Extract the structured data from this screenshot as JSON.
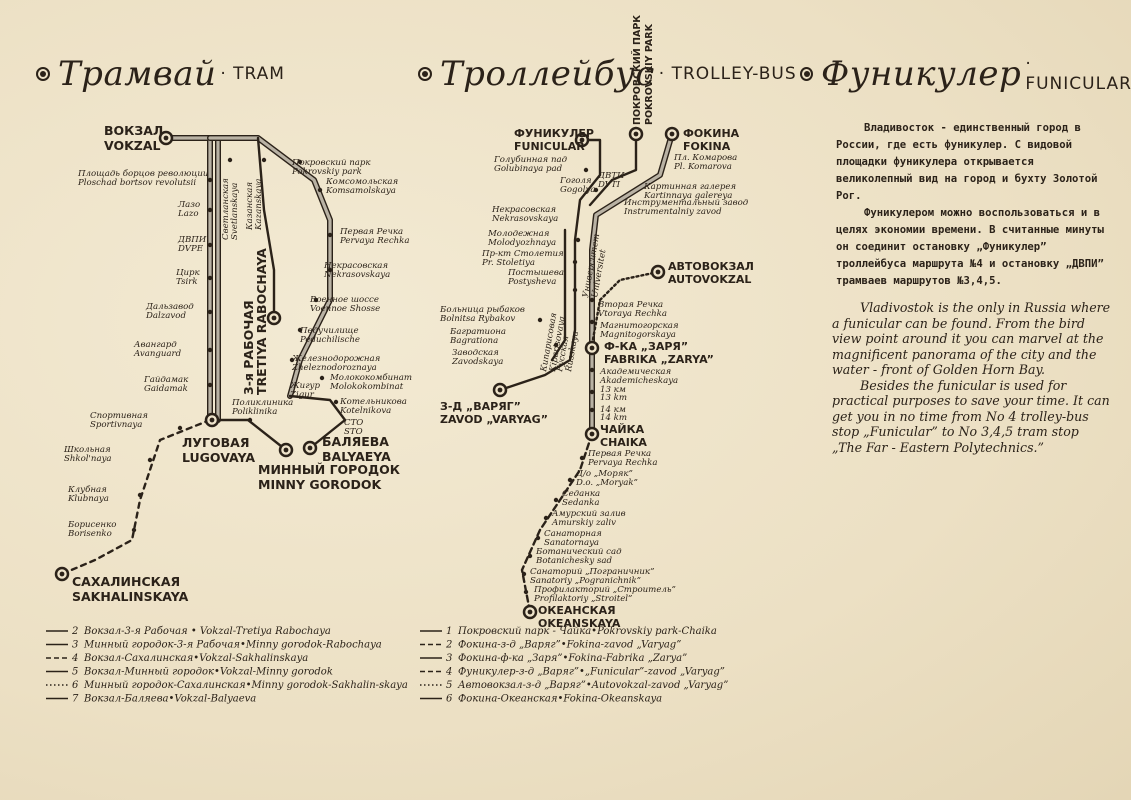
{
  "sections": {
    "tram": {
      "ru": "Трамвай",
      "en": "TRAM"
    },
    "trolley": {
      "ru": "Троллейбус",
      "en": "TROLLEY-BUS"
    },
    "funicular": {
      "ru": "Фуникулер",
      "en": "FUNICULAR"
    }
  },
  "tram_stations": {
    "vokzal": {
      "ru": "ВОКЗАЛ",
      "en": "VOKZAL"
    },
    "tretiya": {
      "ru": "3-я РАБОЧАЯ",
      "en": "TRETIYA RABOCHAYA"
    },
    "lugovaya": {
      "ru": "ЛУГОВАЯ",
      "en": "LUGOVAYA"
    },
    "minny": {
      "ru": "МИННЫЙ ГОРОДОК",
      "en": "MINNY GORODOK"
    },
    "balyaeva": {
      "ru": "БАЛЯЕВА",
      "en": "BALYAEYA"
    },
    "sakhalinskaya": {
      "ru": "САХАЛИНСКАЯ",
      "en": "SAKHALINSKAYA"
    }
  },
  "tram_stops": [
    {
      "ru": "Площадь борцов революции",
      "en": "Ploschad bortsov revolutsii"
    },
    {
      "ru": "Лазо",
      "en": "Lazo"
    },
    {
      "ru": "ДВПИ",
      "en": "DVPE"
    },
    {
      "ru": "Цирк",
      "en": "Tsirk"
    },
    {
      "ru": "Дальзавод",
      "en": "Dalzavod"
    },
    {
      "ru": "Авангард",
      "en": "Avanguard"
    },
    {
      "ru": "Гайдамак",
      "en": "Gaidamak"
    },
    {
      "ru": "Спортивная",
      "en": "Sportivnaya"
    },
    {
      "ru": "Школьная",
      "en": "Shkol'naya"
    },
    {
      "ru": "Клубная",
      "en": "Klubnaya"
    },
    {
      "ru": "Борисенко",
      "en": "Borisenko"
    },
    {
      "ru": "Покровский парк",
      "en": "Pokrovskiy park"
    },
    {
      "ru": "Комсомольская",
      "en": "Komsamolskaya"
    },
    {
      "ru": "Первая Речка",
      "en": "Pervaya Rechka"
    },
    {
      "ru": "Некрасовская",
      "en": "Nekrasovskaya"
    },
    {
      "ru": "Военное шоссе",
      "en": "Voennoe Shosse"
    },
    {
      "ru": "Педучилище",
      "en": "Peduchilische"
    },
    {
      "ru": "Железнодорожная",
      "en": "Zheleznodoroznaya"
    },
    {
      "ru": "Молококомбинат",
      "en": "Molokokombinat"
    },
    {
      "ru": "Котельникова",
      "en": "Kotelnikova"
    },
    {
      "ru": "Жигур",
      "en": "Zigur"
    },
    {
      "ru": "Поликлиника",
      "en": "Poliklinika"
    },
    {
      "ru": "СТО",
      "en": "STO"
    }
  ],
  "tram_vertical_stops": [
    {
      "ru": "Светланская",
      "en": "Svetlanskaya"
    },
    {
      "ru": "Казанская",
      "en": "Kazanskaya"
    }
  ],
  "trolley_stations": {
    "funicular": {
      "ru": "ФУНИКУЛЕР",
      "en": "FUNICULAR"
    },
    "pokrovsky": {
      "ru": "ПОКРОВСКИЙ ПАРК",
      "en": "POKROVSKIY PARK"
    },
    "fokina": {
      "ru": "ФОКИНА",
      "en": "FOKINA"
    },
    "autovokzal": {
      "ru": "АВТОВОКЗАЛ",
      "en": "AUTOVOKZAL"
    },
    "zarya": {
      "ru": "Ф-КА „ЗАРЯ”",
      "en": "FABRIKA „ZARYA”"
    },
    "varyag": {
      "ru": "З-Д „ВАРЯГ”",
      "en": "ZAVOD „VARYAG”"
    },
    "chaika": {
      "ru": "ЧАЙКА",
      "en": "CHAIKA"
    },
    "okeanskaya": {
      "ru": "ОКЕАНСКАЯ",
      "en": "OKEANSKAYA"
    }
  },
  "trolley_stops": [
    {
      "ru": "Голубинная пад",
      "en": "Golubinaya pad"
    },
    {
      "ru": "Пл. Комарова",
      "en": "Pl. Komarova"
    },
    {
      "ru": "Гоголя",
      "en": "Gogolya"
    },
    {
      "ru": "ДВТИ",
      "en": "DVTI"
    },
    {
      "ru": "Картинная галерея",
      "en": "Kartinnaya galereya"
    },
    {
      "ru": "Инструментальный завод",
      "en": "Instrumentalniy zavod"
    },
    {
      "ru": "Некрасовская",
      "en": "Nekrasovskaya"
    },
    {
      "ru": "Молодежная",
      "en": "Molodyozhnaya"
    },
    {
      "ru": "Пр-кт Столетия",
      "en": "Pr. Stoletiya"
    },
    {
      "ru": "Постышева",
      "en": "Postysheva"
    },
    {
      "ru": "Больница рыбаков",
      "en": "Bolnitsa Rybakov"
    },
    {
      "ru": "Багратиона",
      "en": "Bagrationa"
    },
    {
      "ru": "Заводская",
      "en": "Zavodskaya"
    },
    {
      "ru": "Вторая Речка",
      "en": "Vtoraya Rechka"
    },
    {
      "ru": "Магнитогорская",
      "en": "Magnitogorskaya"
    },
    {
      "ru": "Академическая",
      "en": "Akademicheskaya"
    },
    {
      "ru": "Первая Речка",
      "en": "Pervaya Rechka"
    },
    {
      "ru": "Д/о „Моряк”",
      "en": "D.o. „Moryak”"
    },
    {
      "ru": "Седанка",
      "en": "Sedanka"
    },
    {
      "ru": "Амурский залив",
      "en": "Amurskiy zaliv"
    },
    {
      "ru": "Санаторная",
      "en": "Sanatornaya"
    },
    {
      "ru": "Ботанический сад",
      "en": "Botanichesky sad"
    },
    {
      "ru": "Санаторий „Пограничник”",
      "en": "Sanatoriy „Pogranichnik”"
    },
    {
      "ru": "Профилакторий „Строитель”",
      "en": "Profilaktoriy „Stroitel”"
    }
  ],
  "trolley_vertical_stops": [
    {
      "ru": "Университет",
      "en": "Universitet"
    },
    {
      "ru": "Русская",
      "en": "Russkaya"
    },
    {
      "ru": "Кипарисовая",
      "en": "Kiparisovaya"
    }
  ],
  "km_markers": [
    "13 км",
    "13 km",
    "14 км",
    "14 km"
  ],
  "legend_tram": [
    {
      "num": "2",
      "text": "Вокзал-3-я Рабочая • Vokzal-Tretiya Rabochaya",
      "style": "solid"
    },
    {
      "num": "3",
      "text": "Минный городок-3-я Рабочая•Minny gorodok-Rabochaya",
      "style": "solid"
    },
    {
      "num": "4",
      "text": "Вокзал-Сахалинская•Vokzal-Sakhalinskaya",
      "style": "dash"
    },
    {
      "num": "5",
      "text": "Вокзал-Минный городок•Vokzal-Minny gorodok",
      "style": "solid"
    },
    {
      "num": "6",
      "text": "Минный городок-Сахалинская•Minny gorodok-Sakhalin-skaya",
      "style": "dotted"
    },
    {
      "num": "7",
      "text": "Вокзал-Баляева•Vokzal-Balyaeva",
      "style": "solid"
    }
  ],
  "legend_trolley": [
    {
      "num": "1",
      "text": "Покровский парк - Чайка•Pokrovskiy park-Chaika",
      "style": "solid"
    },
    {
      "num": "2",
      "text": "Фокина-з-д „Варяг”•Fokina-zavod „Varyag”",
      "style": "dash"
    },
    {
      "num": "3",
      "text": "Фокина-ф-ка „Заря”•Fokina-Fabrika „Zarya”",
      "style": "solid"
    },
    {
      "num": "4",
      "text": "Фуникулер-з-д „Варяг”•„Funicular”-zavod „Varyag”",
      "style": "dash"
    },
    {
      "num": "5",
      "text": "Автовокзал-з-д „Варяг”•Autovokzal-zavod „Varyag”",
      "style": "dotted"
    },
    {
      "num": "6",
      "text": "Фокина-Океанская•Fokina-Okeanskaya",
      "style": "solid"
    }
  ],
  "info_ru": [
    "Владивосток - единственный город в России, где есть фуникулер. С видовой площадки фуникулера открывается великолепный вид на город и бухту Золотой Рог.",
    "Фуникулером можно воспользоваться и в целях экономии времени. В считанные минуты он соединит остановку „Фуникулер” троллейбуса маршрута №4 и остановку „ДВПИ” трамваев маршрутов №3,4,5."
  ],
  "info_en": [
    "Vladivostok is the only in Russia where a funicular can be found. From the bird view point around it you can marvel at the magnificent panorama of the city and the water - front of Golden Horn Bay.",
    "Besides the funicular is used for practical purposes to save your time. It can get you in no time from No 4 trolley-bus stop „Funicular” to No 3,4,5 tram stop „The Far - Eastern Polytechnics.”"
  ],
  "colors": {
    "ink": "#2b2219",
    "paper": "#efe4cb",
    "line_fill": "#b9b2a4"
  }
}
